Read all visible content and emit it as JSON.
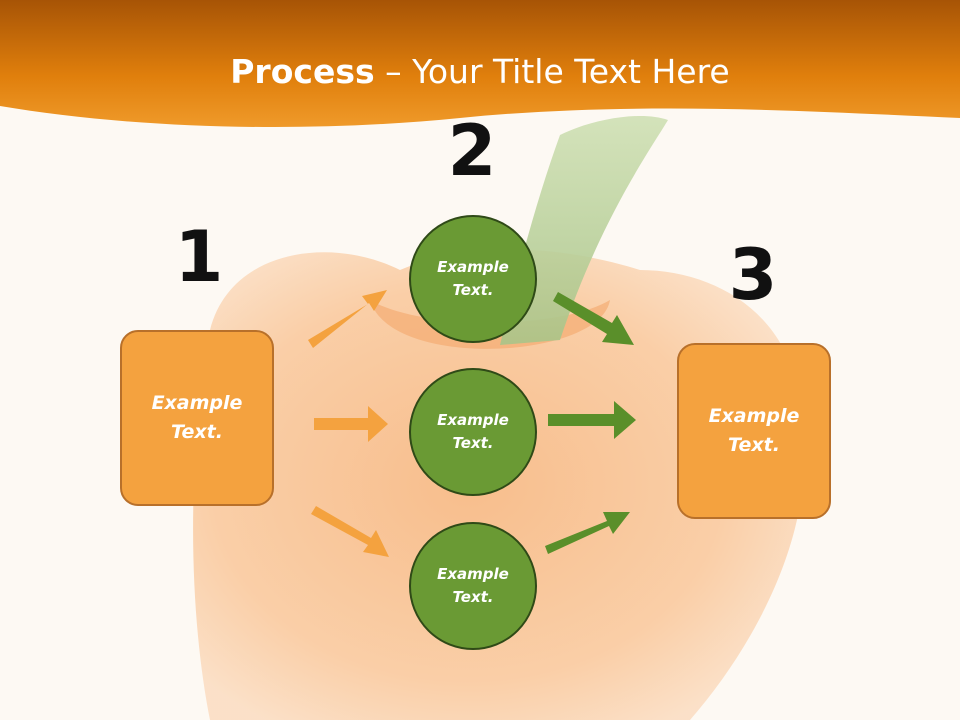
{
  "slide": {
    "title_bold": "Process",
    "title_rest": " – Your Title Text Here"
  },
  "steps": {
    "one": {
      "number": "1",
      "label": "Example\nText."
    },
    "two": {
      "number": "2",
      "circles": [
        {
          "label": "Example\nText."
        },
        {
          "label": "Example\nText."
        },
        {
          "label": "Example\nText."
        }
      ]
    },
    "three": {
      "number": "3",
      "label": "Example\nText."
    }
  },
  "colors": {
    "header_orange": "#e8830e",
    "box_orange": "#f4a23f",
    "circle_green": "#6a9a34",
    "arrow_orange": "#f4a23f",
    "arrow_green": "#5a8f2a"
  }
}
